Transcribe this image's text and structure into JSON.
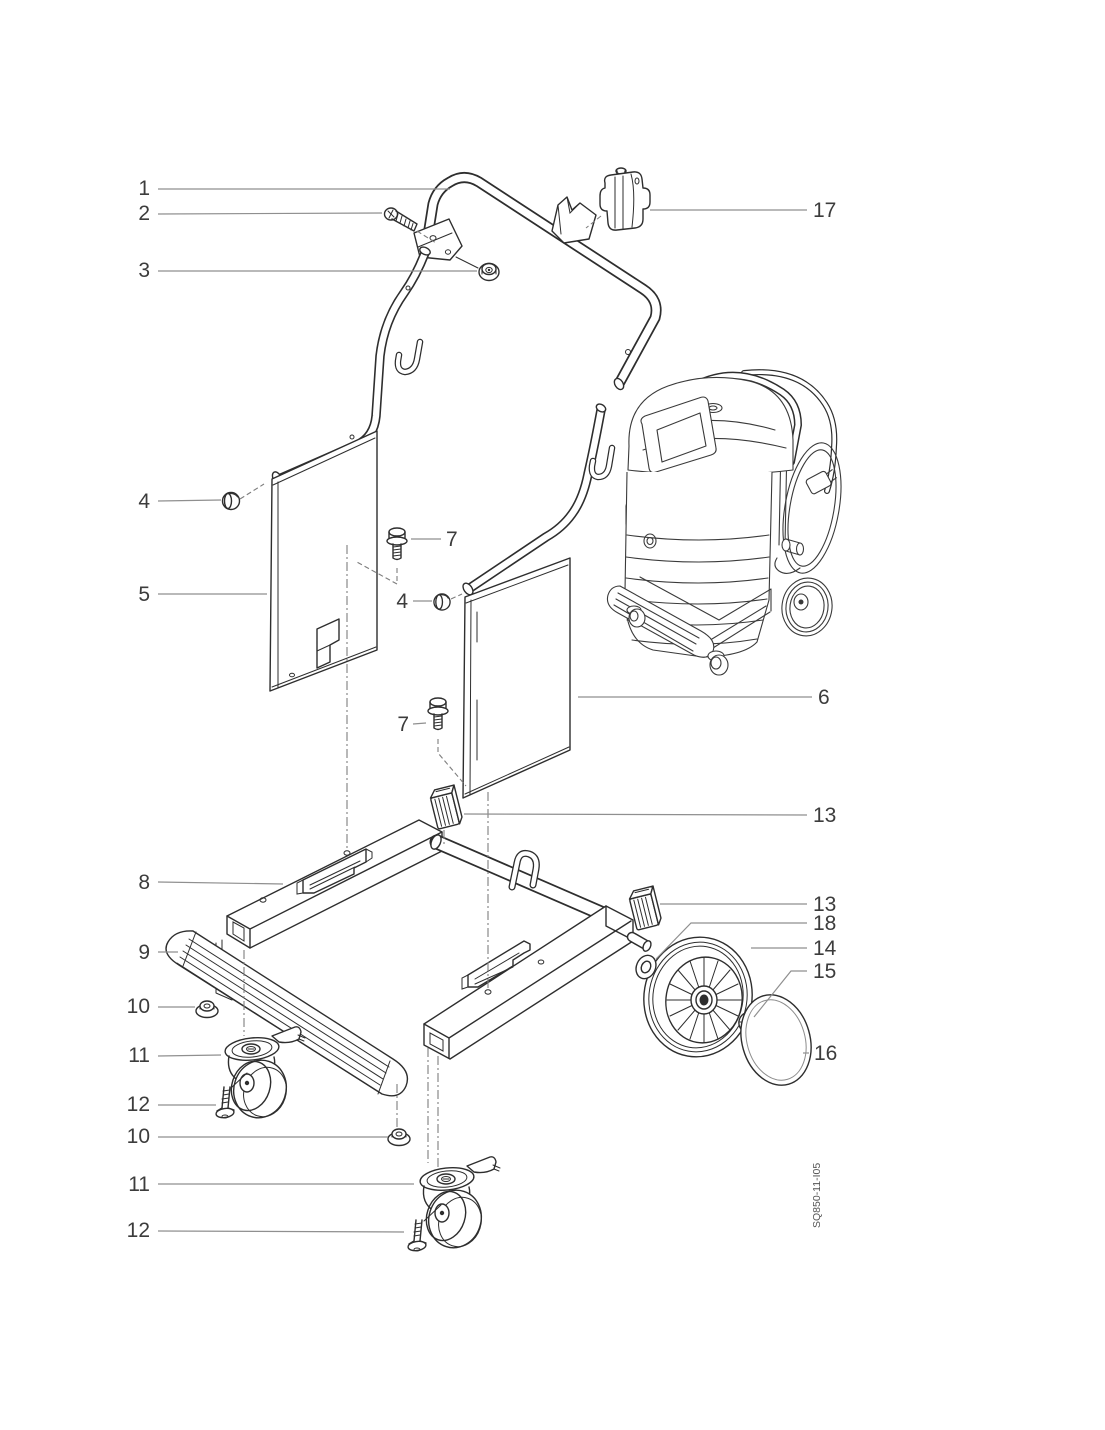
{
  "document": {
    "type": "exploded-parts-diagram",
    "background": "#ffffff",
    "line_color": "#2e2e2e",
    "leader_color": "#8f8f8f",
    "label_color": "#3c3c3c",
    "drawing_code": "SQ850-11-I05"
  },
  "diagram": {
    "drawing_code": "SQ850-11-I05",
    "callouts": [
      {
        "id": "c01",
        "label": "1"
      },
      {
        "id": "c02",
        "label": "2"
      },
      {
        "id": "c03",
        "label": "3"
      },
      {
        "id": "c04",
        "label": "4"
      },
      {
        "id": "c05",
        "label": "5"
      },
      {
        "id": "c06",
        "label": "7"
      },
      {
        "id": "c07",
        "label": "4"
      },
      {
        "id": "c08",
        "label": "7"
      },
      {
        "id": "c09",
        "label": "8"
      },
      {
        "id": "c10",
        "label": "9"
      },
      {
        "id": "c11",
        "label": "10"
      },
      {
        "id": "c12",
        "label": "11"
      },
      {
        "id": "c13",
        "label": "12"
      },
      {
        "id": "c14",
        "label": "10"
      },
      {
        "id": "c15",
        "label": "11"
      },
      {
        "id": "c16",
        "label": "12"
      },
      {
        "id": "c17",
        "label": "17"
      },
      {
        "id": "c18",
        "label": "6"
      },
      {
        "id": "c19",
        "label": "13"
      },
      {
        "id": "c20",
        "label": "13"
      },
      {
        "id": "c21",
        "label": "18"
      },
      {
        "id": "c22",
        "label": "14"
      },
      {
        "id": "c23",
        "label": "15"
      },
      {
        "id": "c24",
        "label": "16"
      }
    ]
  }
}
